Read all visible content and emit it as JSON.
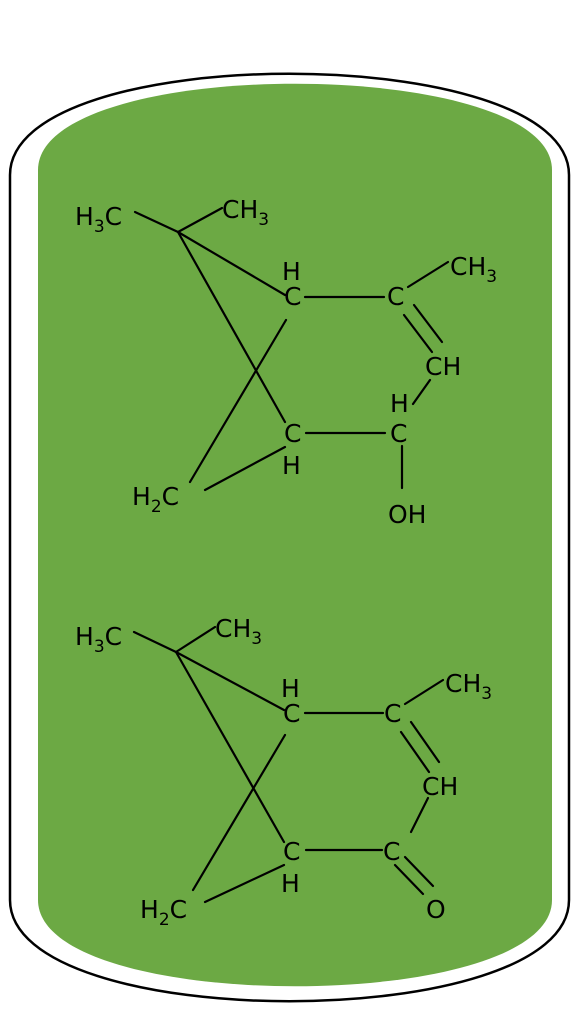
{
  "colors": {
    "outer_fill": "#ffffff",
    "outer_border": "#000000",
    "green_panel": "#6ca944",
    "ink": "#000000"
  },
  "structure_1": {
    "h3c": "H",
    "h3c_sub": "3",
    "h3c_c": "C",
    "ch3_top": "CH",
    "ch3_top_sub": "3",
    "ring_h_top": "H",
    "c_bridge_top": "C",
    "c_methyl": "C",
    "ch3_right": "CH",
    "ch3_right_sub": "3",
    "ch": "CH",
    "h_carbinol": "H",
    "c_carbinol": "C",
    "oh": "OH",
    "c_bridge_bottom": "C",
    "ring_h_bottom": "H",
    "h2c": "H",
    "h2c_sub": "2",
    "h2c_c": "C"
  },
  "structure_2": {
    "h3c": "H",
    "h3c_sub": "3",
    "h3c_c": "C",
    "ch3_top": "CH",
    "ch3_top_sub": "3",
    "ring_h_top": "H",
    "c_bridge_top": "C",
    "c_methyl": "C",
    "ch3_right": "CH",
    "ch3_right_sub": "3",
    "ch": "CH",
    "c_carbonyl": "C",
    "o": "O",
    "c_bridge_bottom": "C",
    "ring_h_bottom": "H",
    "h2c": "H",
    "h2c_sub": "2",
    "h2c_c": "C"
  }
}
